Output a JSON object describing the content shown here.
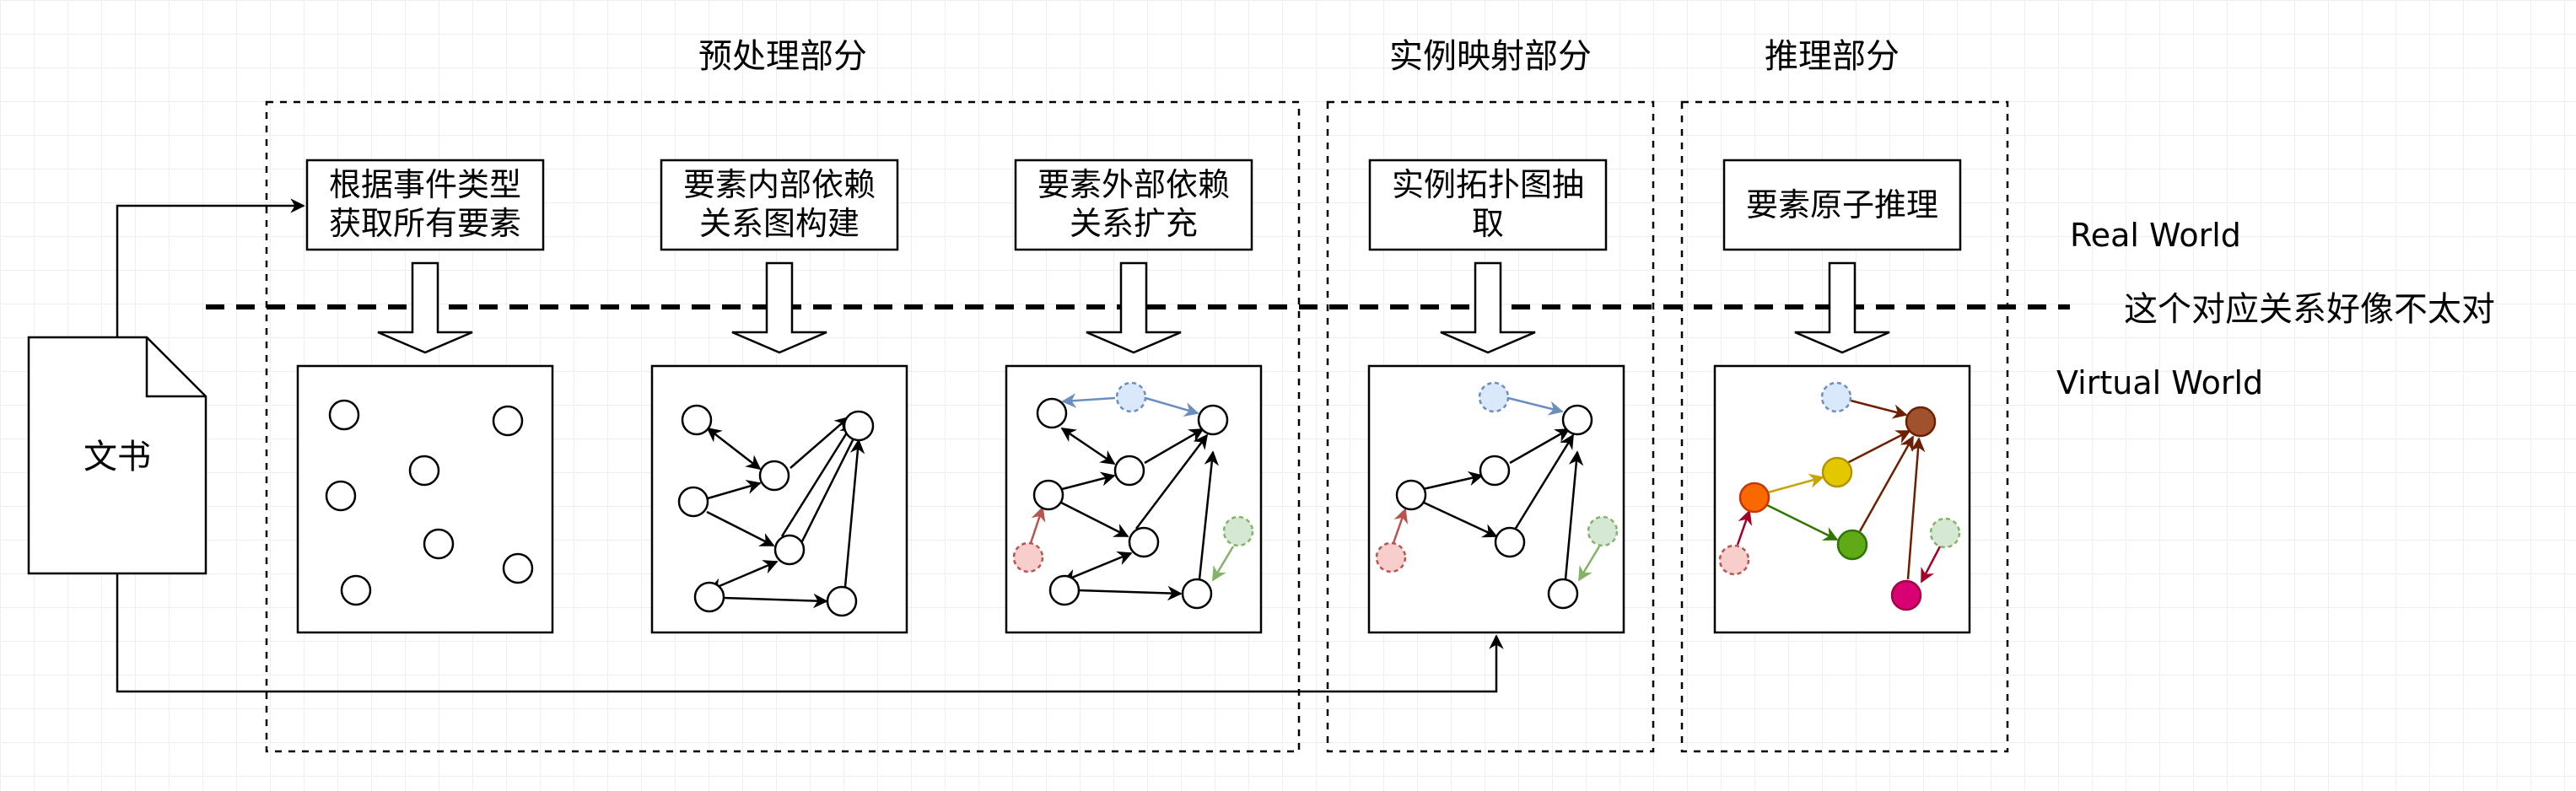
{
  "sections": {
    "preprocess": "预处理部分",
    "instance_mapping": "实例映射部分",
    "reasoning": "推理部分"
  },
  "document": {
    "label": "文书"
  },
  "steps": {
    "extract": [
      "根据事件类型",
      "获取所有要素"
    ],
    "internal_graph": [
      "要素内部依赖",
      "关系图构建"
    ],
    "external_expand": [
      "要素外部依赖",
      "关系扩充"
    ],
    "topology": [
      "实例拓扑图抽",
      "取"
    ],
    "atomic_reasoning": [
      "要素原子推理"
    ]
  },
  "world_labels": {
    "real": "Real World",
    "virtual": "Virtual World",
    "note": "这个对应关系好像不太对"
  },
  "colors": {
    "stroke": "#000000",
    "blue": "#6c8ebf",
    "blue_fill": "#dae8fc",
    "red": "#b85450",
    "red_fill": "#f8cecc",
    "green": "#82b366",
    "green_fill": "#d5e8d4",
    "brown_fill": "#a0522d",
    "orange_fill": "#fa6800",
    "yellow_fill": "#e3c800",
    "dark_green_fill": "#60a917",
    "magenta_fill": "#d80073"
  }
}
